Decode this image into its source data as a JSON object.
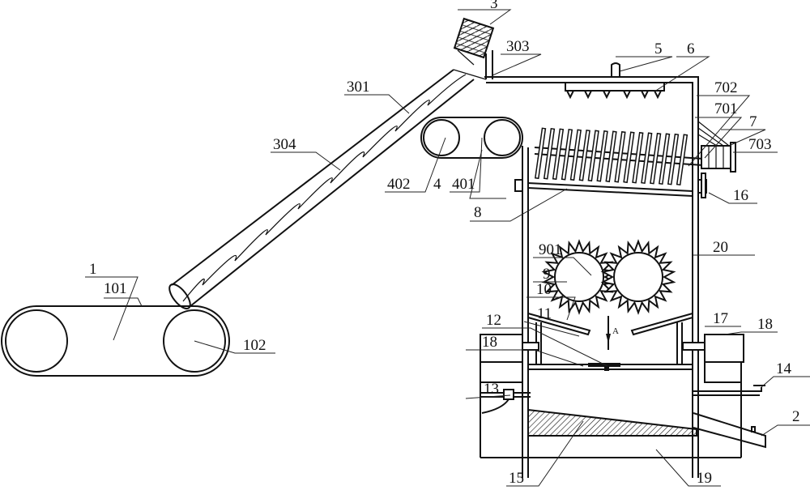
{
  "labels": {
    "l1": "1",
    "l101": "101",
    "l102": "102",
    "l2": "2",
    "l3": "3",
    "l301": "301",
    "l303": "303",
    "l304": "304",
    "l4": "4",
    "l401": "401",
    "l402": "402",
    "l5": "5",
    "l6": "6",
    "l7": "7",
    "l701": "701",
    "l702": "702",
    "l703": "703",
    "l8": "8",
    "l9": "9",
    "l901": "901",
    "l10": "10",
    "l11": "11",
    "l12": "12",
    "l13": "13",
    "l14": "14",
    "l15": "15",
    "l16": "16",
    "l17": "17",
    "l18a": "18",
    "l18b": "18",
    "l19": "19",
    "l20": "20"
  },
  "section_marker": "A"
}
